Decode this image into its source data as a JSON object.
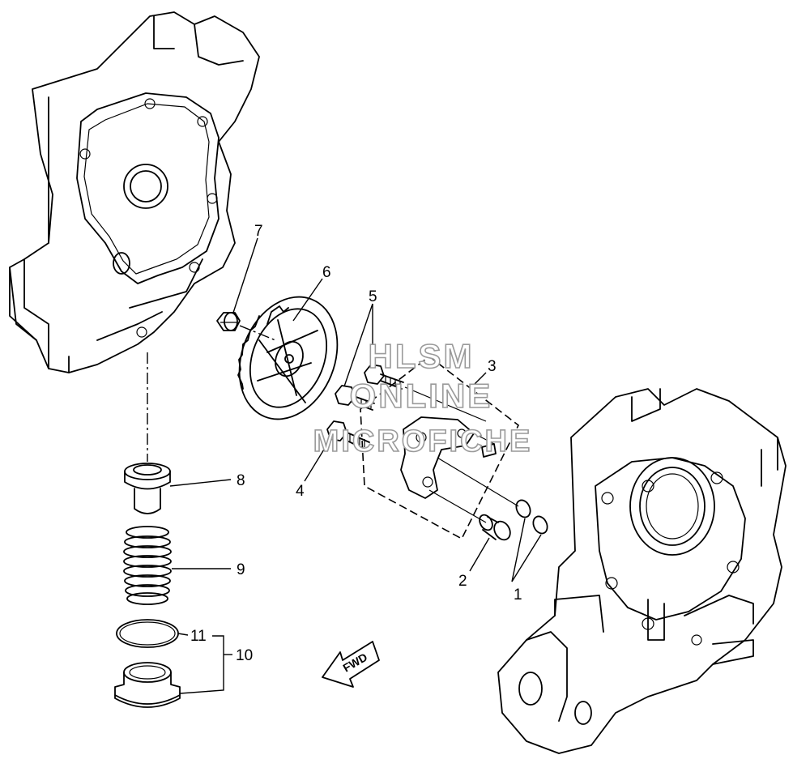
{
  "diagram": {
    "callouts": [
      "1",
      "2",
      "3",
      "4",
      "5",
      "6",
      "7",
      "8",
      "9",
      "10",
      "11"
    ],
    "direction_label": "FWD"
  },
  "watermark": {
    "lines": [
      "HLSM",
      "ONLINE",
      "MICROFICHE"
    ]
  }
}
